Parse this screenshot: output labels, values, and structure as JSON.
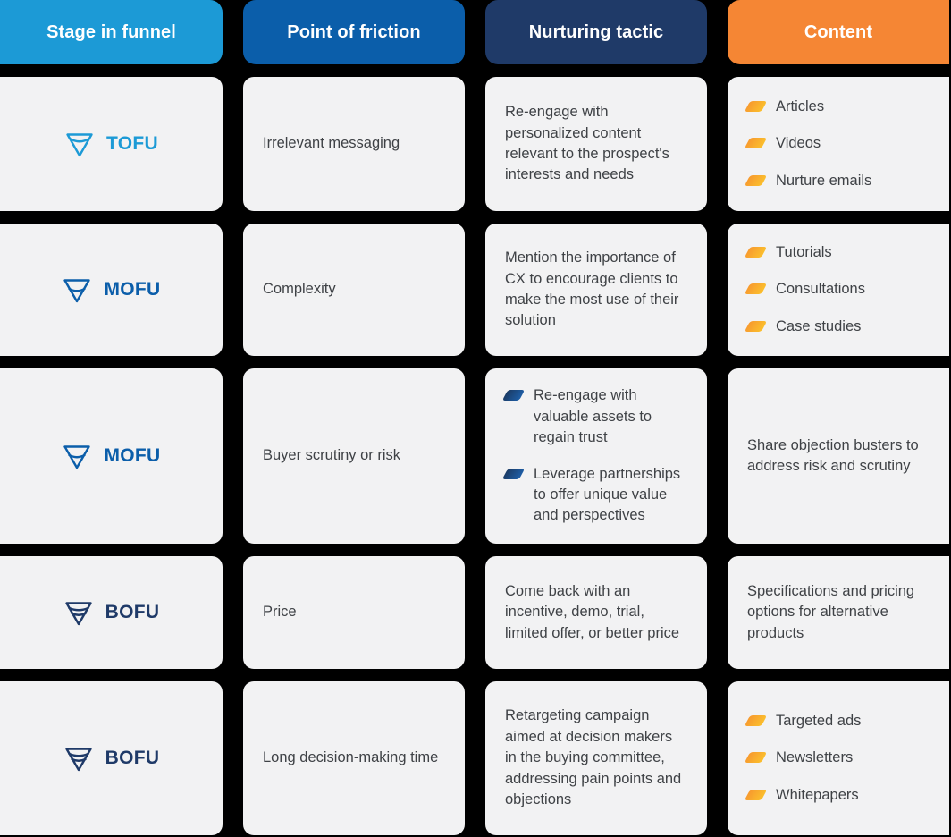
{
  "colors": {
    "background": "#000000",
    "card": "#f2f2f3",
    "text": "#3f4246",
    "header_stage": "#1c9ad6",
    "header_friction": "#0b5eaa",
    "header_tactic": "#1f3a68",
    "header_content": "#f58634",
    "tofu_blue": "#1c9ad6",
    "mofu_blue": "#0b5eaa",
    "bofu_navy": "#1f3a68",
    "bullet_orange": "#f7992e",
    "bullet_blue": "#1b3a63"
  },
  "headers": [
    {
      "label": "Stage in funnel",
      "name": "column-header-stage-in-funnel"
    },
    {
      "label": "Point of friction",
      "name": "column-header-point-of-friction"
    },
    {
      "label": "Nurturing tactic",
      "name": "column-header-nurturing-tactic"
    },
    {
      "label": "Content",
      "name": "column-header-content"
    }
  ],
  "rows": [
    {
      "stage": {
        "label": "TOFU",
        "icon": "funnel-icon",
        "level": 1
      },
      "friction": "Irrelevant messaging",
      "tactic": {
        "type": "paragraph",
        "text": "Re-engage with personalized content relevant to the prospect's interests and needs"
      },
      "content": {
        "type": "bullets",
        "items": [
          "Articles",
          "Videos",
          "Nurture emails"
        ]
      }
    },
    {
      "stage": {
        "label": "MOFU",
        "icon": "funnel-icon",
        "level": 2
      },
      "friction": "Complexity",
      "tactic": {
        "type": "paragraph",
        "text": "Mention the importance of CX to encourage clients to make the most use of their solution"
      },
      "content": {
        "type": "bullets",
        "items": [
          "Tutorials",
          "Consultations",
          "Case studies"
        ]
      }
    },
    {
      "stage": {
        "label": "MOFU",
        "icon": "funnel-icon",
        "level": 2
      },
      "friction": "Buyer scrutiny or risk",
      "tactic": {
        "type": "bullets",
        "items": [
          "Re-engage with valuable assets to regain trust",
          "Leverage  partnerships to offer unique value and perspectives"
        ]
      },
      "content": {
        "type": "paragraph",
        "text": "Share objection busters to address risk and scrutiny"
      }
    },
    {
      "stage": {
        "label": "BOFU",
        "icon": "funnel-icon",
        "level": 3
      },
      "friction": "Price",
      "tactic": {
        "type": "paragraph",
        "text": "Come back with an incentive, demo, trial, limited offer, or better price"
      },
      "content": {
        "type": "paragraph",
        "text": "Specifications and pricing options for alternative products"
      }
    },
    {
      "stage": {
        "label": "BOFU",
        "icon": "funnel-icon",
        "level": 3
      },
      "friction": "Long decision-making time",
      "tactic": {
        "type": "paragraph",
        "text": "Retargeting campaign aimed at decision makers in the buying committee, addressing pain points and objections"
      },
      "content": {
        "type": "bullets",
        "items": [
          "Targeted ads",
          "Newsletters",
          "Whitepapers"
        ]
      }
    }
  ]
}
